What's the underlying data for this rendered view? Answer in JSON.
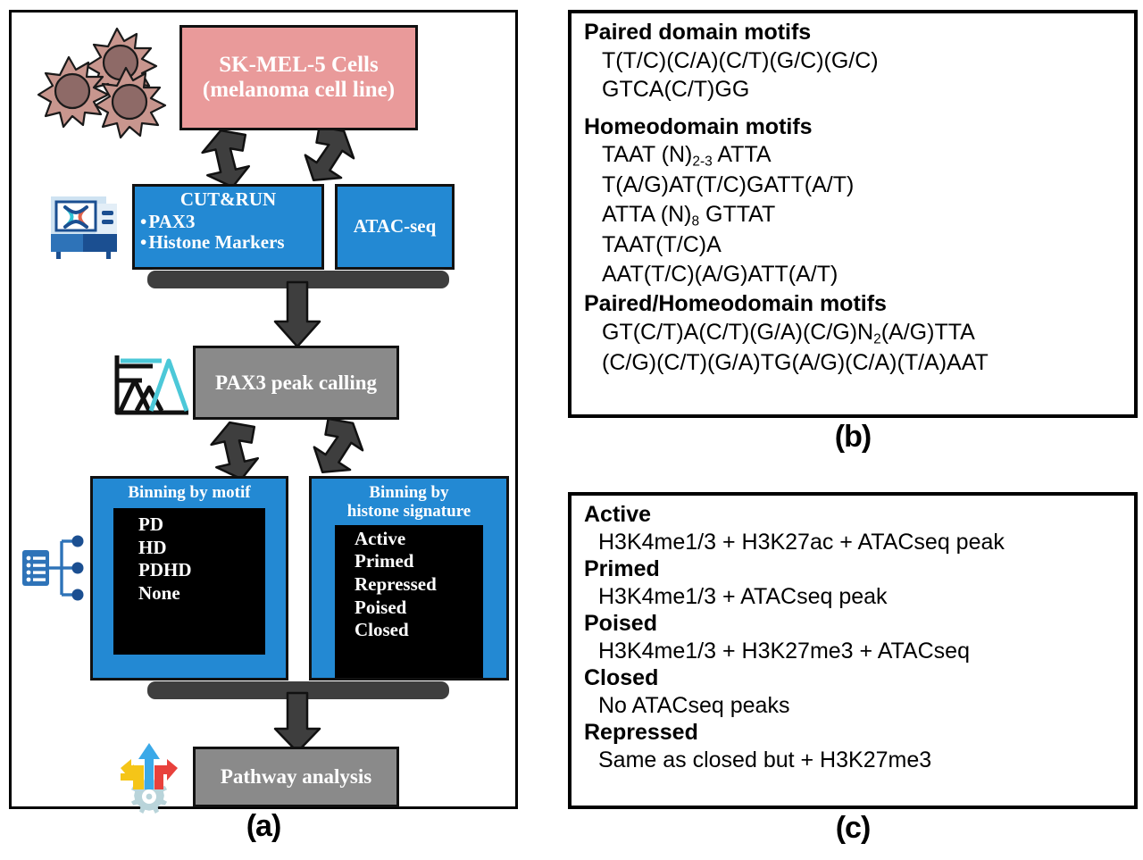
{
  "panels": {
    "a": {
      "label": "(a)",
      "icons": {
        "cells": "melanoma-cells-icon",
        "sequencer": "sequencer-machine-icon",
        "peak_chart": "peak-trace-chart-icon",
        "binning_list": "list-branch-icon",
        "pathway": "pathway-arrows-gear-icon"
      },
      "boxes": {
        "cells": {
          "line1": "SK-MEL-5 Cells",
          "line2": "(melanoma cell line)",
          "color": "#E99A9A"
        },
        "cutrun": {
          "title": "CUT&RUN",
          "bullets": [
            "PAX3",
            "Histone Markers"
          ],
          "color": "#2389D3"
        },
        "atac": {
          "title": "ATAC-seq",
          "color": "#2389D3"
        },
        "peak_calling": {
          "title": "PAX3 peak calling",
          "color": "#8A8A8A"
        },
        "binning_motif": {
          "title": "Binning by motif",
          "items": [
            "PD",
            "HD",
            "PDHD",
            "None"
          ],
          "color": "#2389D3"
        },
        "binning_histone": {
          "title_line1": "Binning by",
          "title_line2": "histone signature",
          "items": [
            "Active",
            "Primed",
            "Repressed",
            "Poised",
            "Closed"
          ],
          "color": "#2389D3"
        },
        "pathway": {
          "title": "Pathway analysis",
          "color": "#8A8A8A"
        }
      }
    },
    "b": {
      "label": "(b)",
      "groups": [
        {
          "heading": "Paired domain motifs",
          "items": [
            {
              "text": "T(T/C)(C/A)(C/T)(G/C)(G/C)"
            },
            {
              "text": "GTCA(C/T)GG"
            }
          ]
        },
        {
          "heading": "Homeodomain motifs",
          "items": [
            {
              "pre": "TAAT (N)",
              "sub": "2-3",
              "post": " ATTA"
            },
            {
              "text": "T(A/G)AT(T/C)GATT(A/T)"
            },
            {
              "pre": "ATTA (N)",
              "sub": "8",
              "post": " GTTAT"
            },
            {
              "text": "TAAT(T/C)A"
            },
            {
              "text": "AAT(T/C)(A/G)ATT(A/T)"
            }
          ]
        },
        {
          "heading": "Paired/Homeodomain motifs",
          "items": [
            {
              "pre": "GT(C/T)A(C/T)(G/A)(C/G)N",
              "sub": "2",
              "post": "(A/G)TTA"
            },
            {
              "text": "(C/G)(C/T)(G/A)TG(A/G)(C/A)(T/A)AAT"
            }
          ]
        }
      ]
    },
    "c": {
      "label": "(c)",
      "groups": [
        {
          "heading": "Active",
          "item": "H3K4me1/3 + H3K27ac + ATACseq peak"
        },
        {
          "heading": "Primed",
          "item": "H3K4me1/3 + ATACseq peak"
        },
        {
          "heading": "Poised",
          "item": "H3K4me1/3 + H3K27me3 + ATACseq"
        },
        {
          "heading": "Closed",
          "item": "No ATACseq peaks"
        },
        {
          "heading": "Repressed",
          "item": "Same as closed but + H3K27me3"
        }
      ]
    }
  }
}
